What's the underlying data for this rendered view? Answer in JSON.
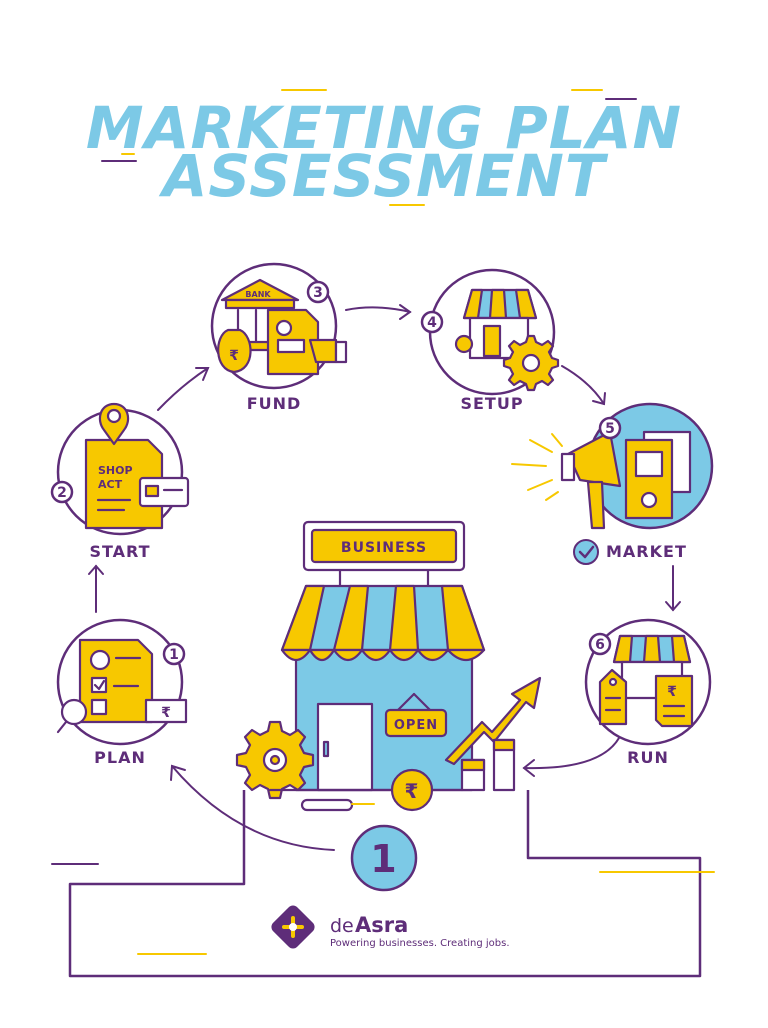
{
  "title": {
    "line1": "MARKETING PLAN",
    "line2": "ASSESSMENT"
  },
  "steps": [
    {
      "number": "1",
      "label": "PLAN"
    },
    {
      "number": "2",
      "label": "START",
      "card_text_1": "SHOP",
      "card_text_2": "ACT"
    },
    {
      "number": "3",
      "label": "FUND",
      "building_text": "BANK",
      "currency": "₹"
    },
    {
      "number": "4",
      "label": "SETUP"
    },
    {
      "number": "5",
      "label": "MARKET"
    },
    {
      "number": "6",
      "label": "RUN",
      "currency": "₹"
    }
  ],
  "shop": {
    "sign": "BUSINESS",
    "open_sign": "OPEN",
    "coin": "₹",
    "plan_cash": "₹"
  },
  "podium_number": "1",
  "brand": {
    "name_prefix": "de",
    "name_main": "Asra",
    "tagline": "Powering businesses. Creating jobs."
  },
  "colors": {
    "purple": "#5e2d79",
    "yellow": "#f7c800",
    "blue": "#7cc9e6"
  }
}
